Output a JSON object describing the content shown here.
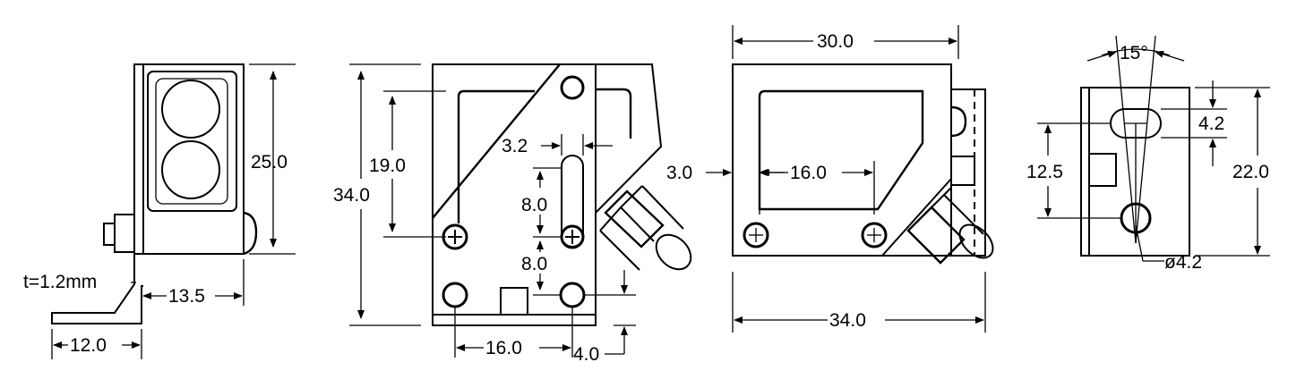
{
  "dimensions": {
    "v1_thickness": "t=1.2mm",
    "v1_height": "25.0",
    "v1_depth": "13.5",
    "v1_bracket": "12.0",
    "v2_height": "34.0",
    "v2_hole_pitch_v": "19.0",
    "v2_slot_width": "3.2",
    "v2_slot_len": "8.0",
    "v2_hole_offset": "8.0",
    "v2_hole_pitch_h": "16.0",
    "v2_edge": "4.0",
    "v3_width_top": "30.0",
    "v3_offset": "3.0",
    "v3_hole_pitch": "16.0",
    "v3_width_bottom": "34.0",
    "v4_angle": "15°",
    "v4_slot": "4.2",
    "v4_pitch": "12.5",
    "v4_height": "22.0",
    "v4_hole_dia": "ø4.2"
  }
}
